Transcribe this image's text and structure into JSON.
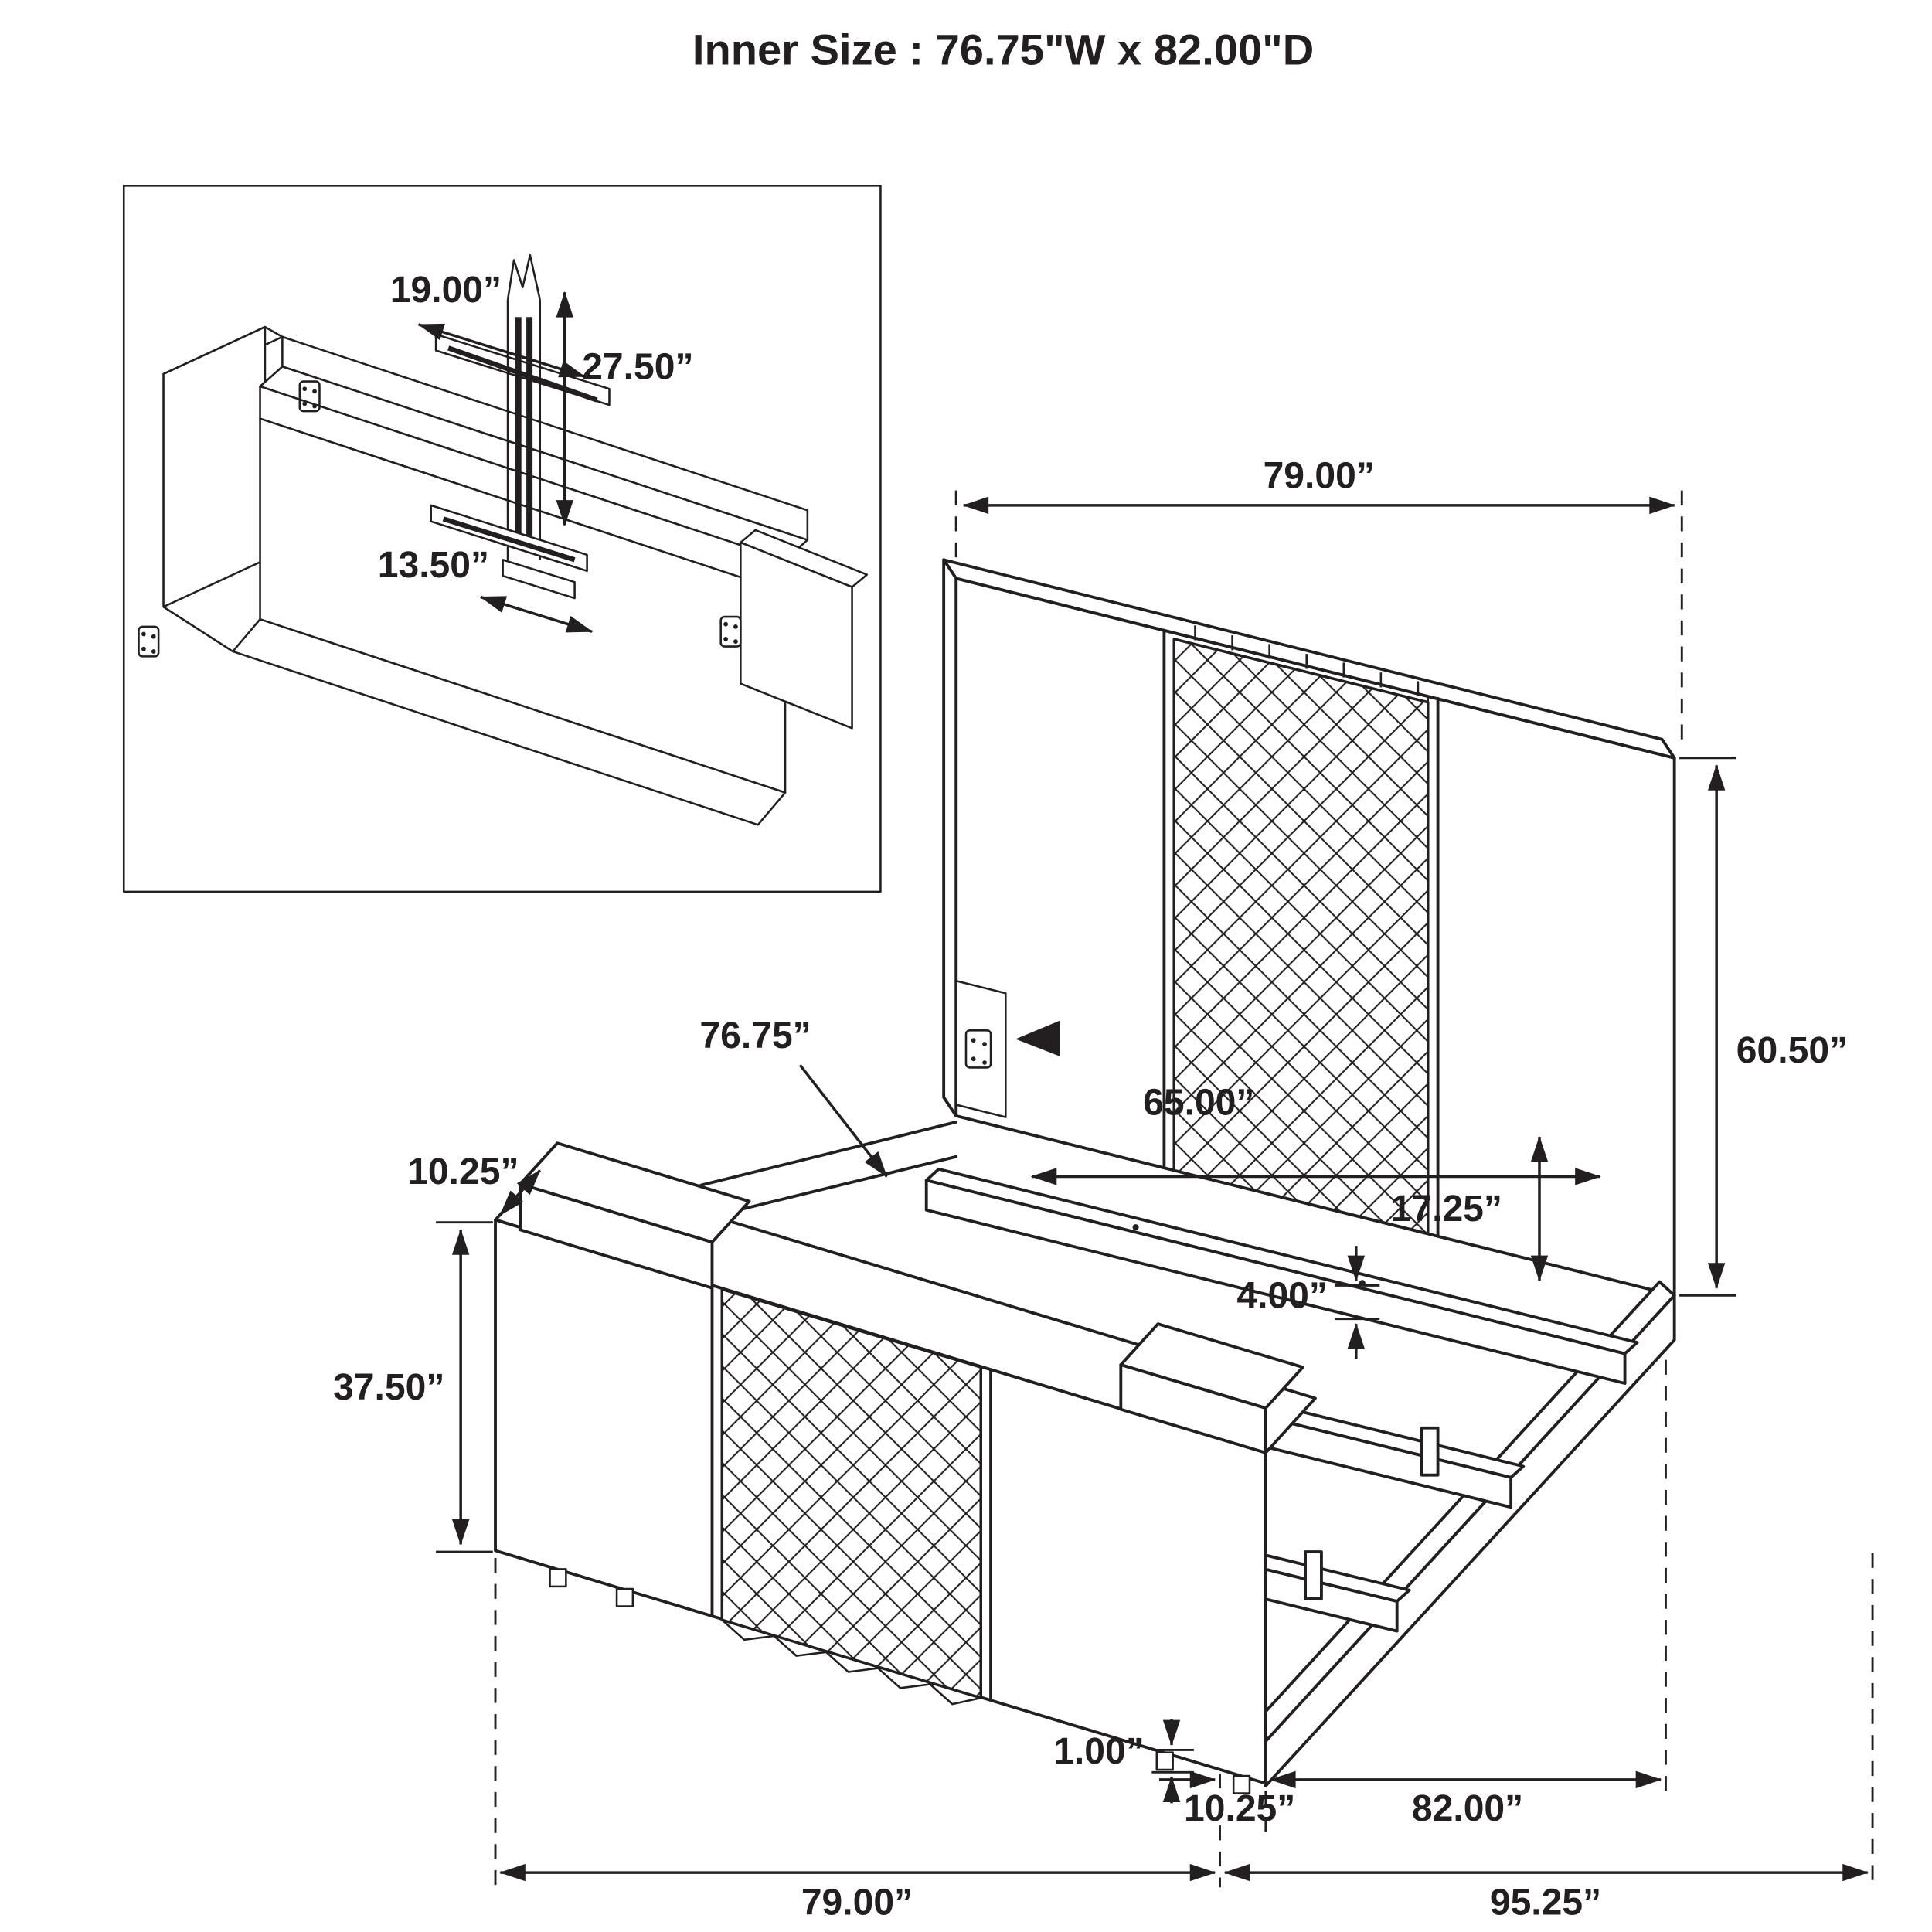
{
  "title": "Inner Size : 76.75\"W x 82.00\"D",
  "colors": {
    "line": "#231f20",
    "background": "#ffffff"
  },
  "inset_detail": {
    "bracket_bar_width": "19.00”",
    "bracket_height": "27.50”",
    "lower_bar_width": "13.50”"
  },
  "dims": {
    "headboard_width": "79.00”",
    "headboard_height": "60.50”",
    "slat_length": "76.75”",
    "inner_clearance_width": "65.00”",
    "rail_height": "17.25”",
    "slat_thickness": "4.00”",
    "footboard_top_depth": "10.25”",
    "footboard_height": "37.50”",
    "foot_height": "1.00”",
    "rail_offset": "10.25”",
    "inner_depth": "82.00”",
    "footboard_width": "79.00”",
    "overall_depth": "95.25”"
  }
}
